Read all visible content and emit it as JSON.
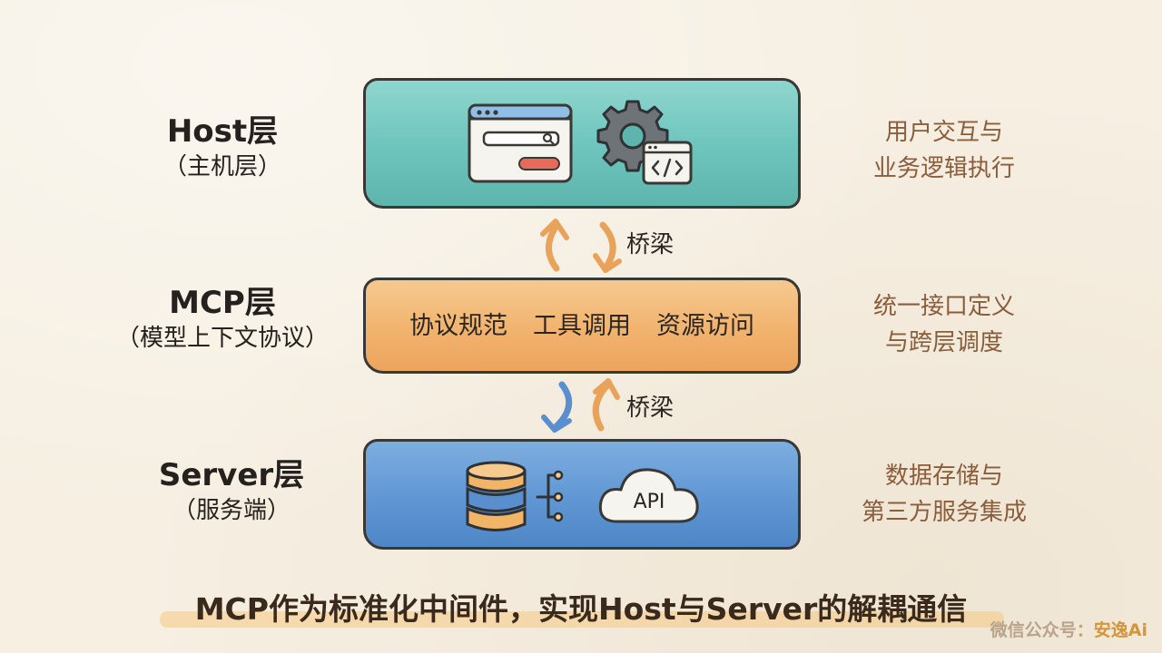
{
  "layers": {
    "host": {
      "title": "Host层",
      "subtitle": "（主机层）",
      "desc_line1": "用户交互与",
      "desc_line2": "业务逻辑执行",
      "icons": [
        "browser-window-icon",
        "gear-code-icon"
      ]
    },
    "mcp": {
      "title": "MCP层",
      "subtitle": "（模型上下文协议）",
      "items": [
        "协议规范",
        "工具调用",
        "资源访问"
      ],
      "desc_line1": "统一接口定义",
      "desc_line2": "与跨层调度"
    },
    "server": {
      "title": "Server层",
      "subtitle": "（服务端）",
      "api_label": "API",
      "desc_line1": "数据存储与",
      "desc_line2": "第三方服务集成",
      "icons": [
        "database-icon",
        "cloud-api-icon"
      ]
    }
  },
  "bridges": {
    "top": "桥梁",
    "bottom": "桥梁"
  },
  "caption": "MCP作为标准化中间件，实现Host与Server的解耦通信",
  "watermark": {
    "prefix": "微信公众号",
    "separator": "：",
    "name": "安逸Ai"
  },
  "colors": {
    "host": "#6cc4bc",
    "mcp": "#f1b36e",
    "server": "#5f96d3",
    "arrow_orange": "#e9a25a",
    "arrow_blue": "#5a8fcf",
    "desc_text": "#8a5d3b"
  }
}
